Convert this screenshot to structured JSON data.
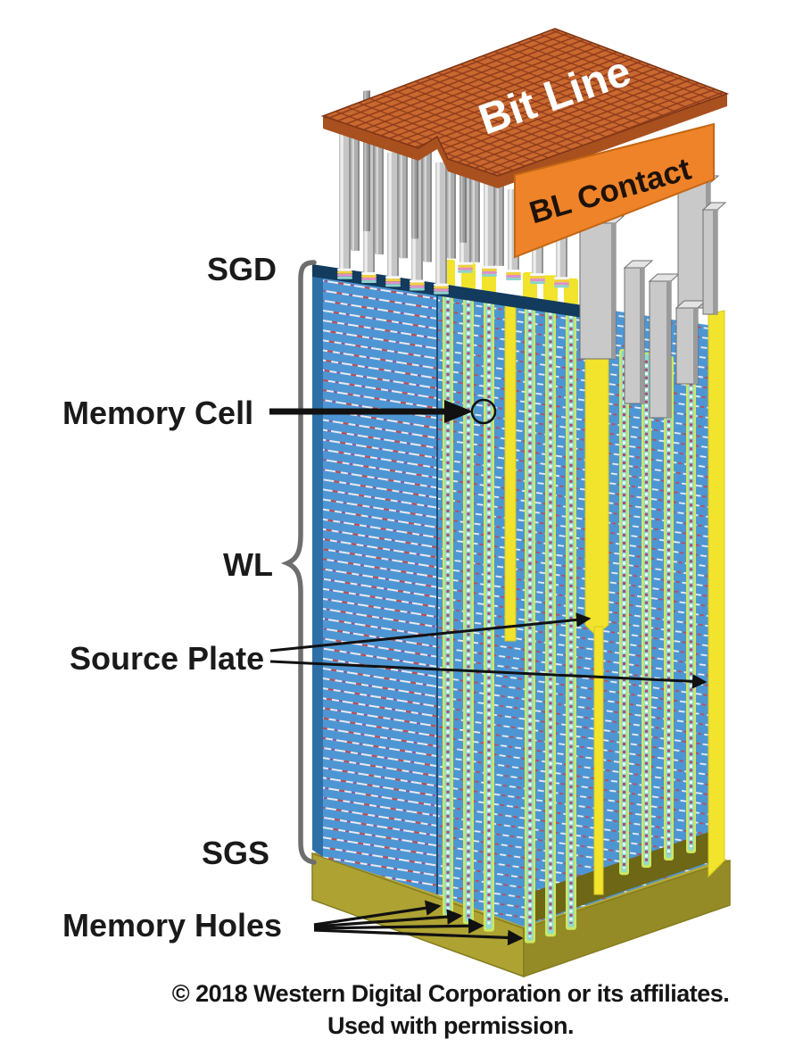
{
  "labels": {
    "bit_line": "Bit Line",
    "bl_contact": "BL Contact",
    "sgd": "SGD",
    "memory_cell": "Memory Cell",
    "wl": "WL",
    "source_plate": "Source Plate",
    "sgs": "SGS",
    "memory_holes": "Memory Holes"
  },
  "footer": {
    "copyright_line1": "© 2018 Western Digital Corporation or its affiliates.",
    "copyright_line2": "Used with permission."
  },
  "colors": {
    "bit_line_plate": "#C9682F",
    "plate_grid": "#8E3A1A",
    "plate_edge": "#A9501F",
    "bl_contact_band": "#EF8329",
    "wl_layer_blue": "#4E96D3",
    "stack_top_navy": "#123B5E",
    "memory_hole_teal": "#8EDACE",
    "channel_edge_green": "#CDE760",
    "channel_dot_red": "#B04878",
    "source_plate_yellow": "#F2E32C",
    "base_olive_light": "#AEA233",
    "base_olive_dark": "#958B26",
    "base_shadow": "#6E6716",
    "pillar_gray": "#C6C6C6",
    "brace_gray": "#6E6E6E",
    "label_text": "#1A1A1A"
  }
}
